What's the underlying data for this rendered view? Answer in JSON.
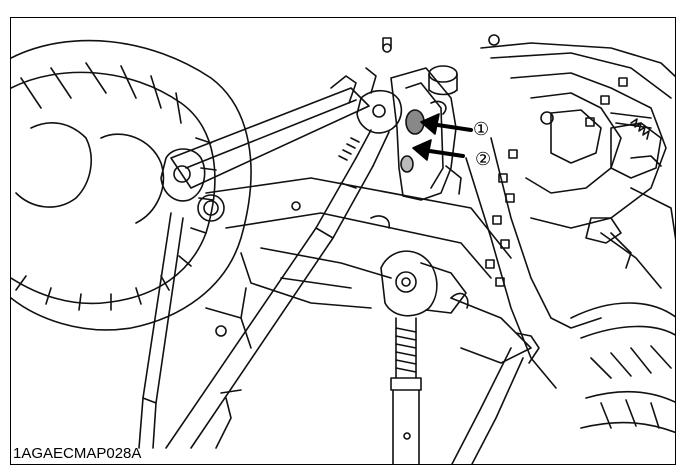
{
  "figure": {
    "callouts": [
      {
        "number": "1",
        "symbol": "①"
      },
      {
        "number": "2",
        "symbol": "②"
      }
    ],
    "caption": "1AGAECMAP028A"
  }
}
